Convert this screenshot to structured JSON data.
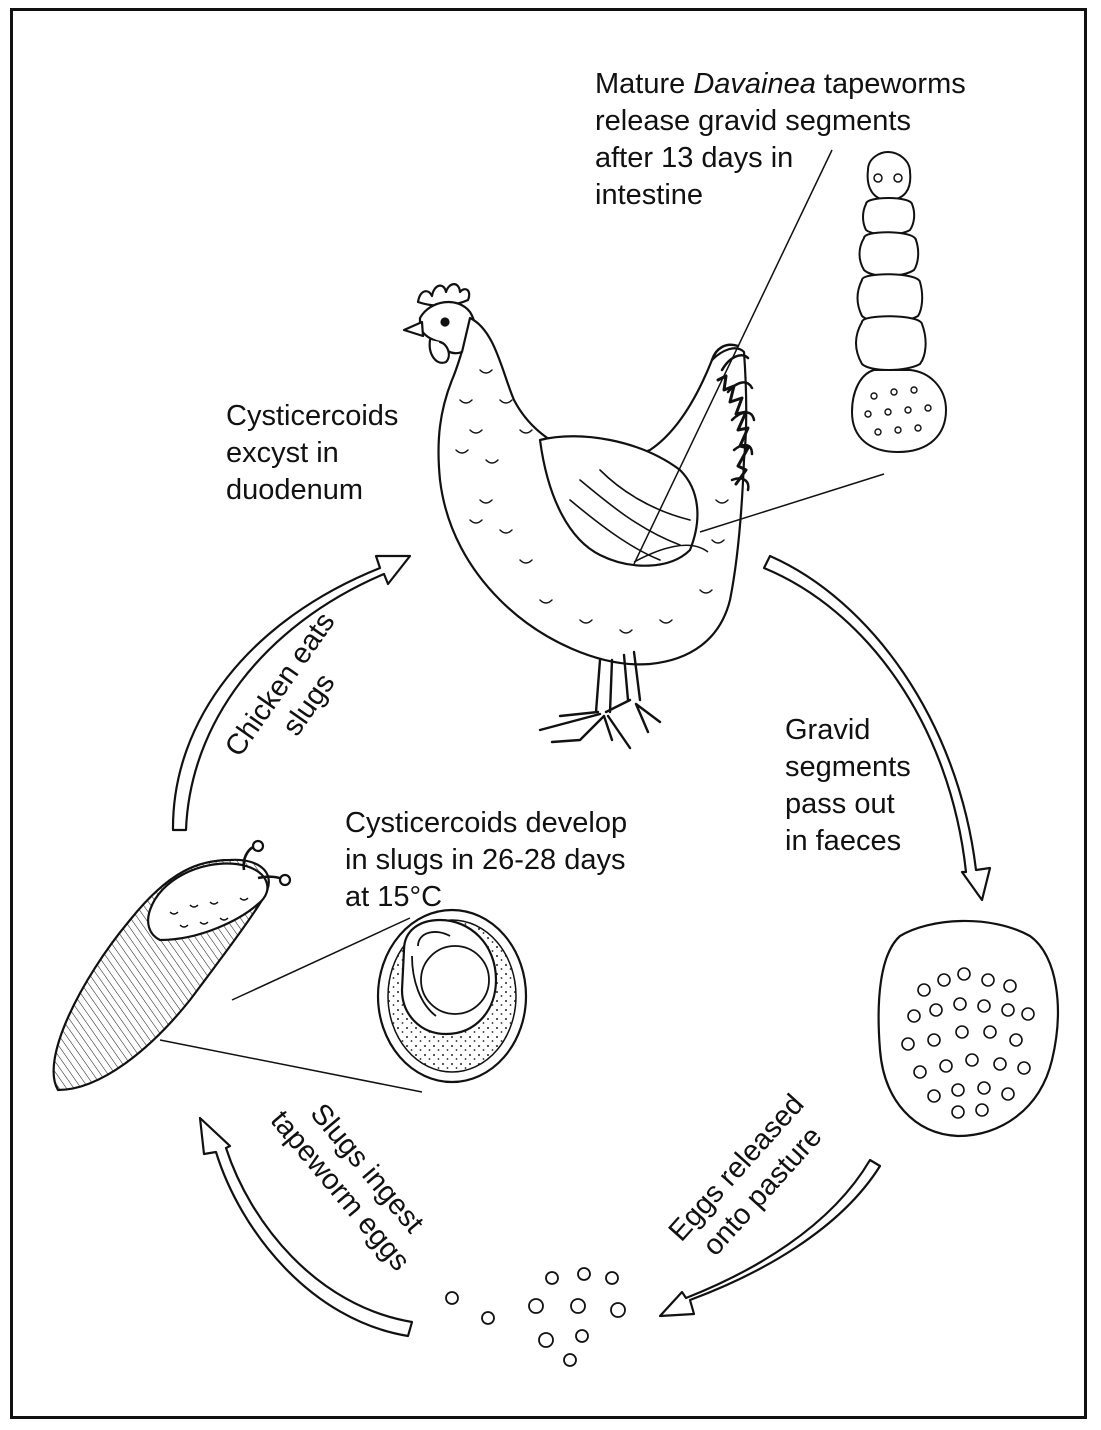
{
  "labels": {
    "mature": {
      "line1_pre": "Mature ",
      "line1_italic": "Davainea",
      "line1_post": " tapeworms",
      "line2": "release gravid segments",
      "line3": "after 13 days in",
      "line4": "intestine"
    },
    "excyst": {
      "line1": "Cysticercoids",
      "line2": "excyst in",
      "line3": "duodenum"
    },
    "develop": {
      "line1": "Cysticercoids develop",
      "line2": "in slugs in 26-28 days",
      "line3": "at 15°C"
    },
    "gravid": {
      "line1": "Gravid",
      "line2": "segments",
      "line3": "pass out",
      "line4": "in faeces"
    },
    "chicken_eats": {
      "line1": "Chicken eats",
      "line2": "slugs"
    },
    "eggs_released": {
      "line1": "Eggs released",
      "line2": "onto pasture"
    },
    "slugs_ingest": {
      "line1": "Slugs ingest",
      "line2": "tapeworm eggs"
    }
  },
  "colors": {
    "ink": "#111111",
    "background": "#ffffff"
  }
}
